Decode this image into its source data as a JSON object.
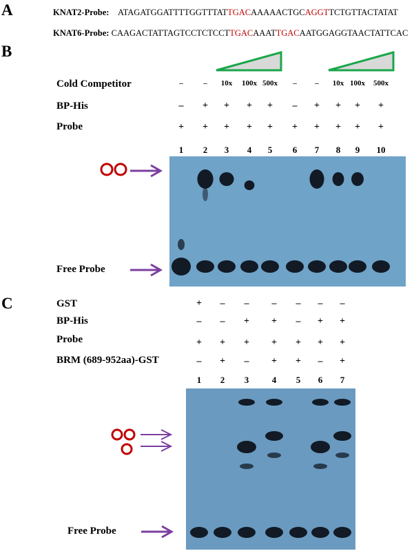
{
  "panelA": {
    "letter": "A",
    "seq1": {
      "label": "KNAT2-Probe:",
      "parts": [
        "ATAGATGGATTTTGGTTTAT",
        "TGAC",
        "AAAAACTGC",
        "AGGT",
        "TCTGTTACTATAT"
      ]
    },
    "seq2": {
      "label": "KNAT6-Probe:",
      "parts": [
        "CAAGACTATTAGTCCTCTCCT",
        "TGAC",
        "AAAT",
        "TGAC",
        "AATGGAGGTAACTATTCAC"
      ]
    }
  },
  "panelB": {
    "letter": "B",
    "rows": {
      "competitor": {
        "label": "Cold Competitor",
        "values": [
          "–",
          "–",
          "10x",
          "100x",
          "500x",
          "–",
          "–",
          "10x",
          "100x",
          "500x"
        ]
      },
      "bp": {
        "label": "BP-His",
        "values": [
          "–",
          "+",
          "+",
          "+",
          "+",
          "–",
          "+",
          "+",
          "+",
          "+"
        ]
      },
      "probe": {
        "label": "Probe",
        "values": [
          "+",
          "+",
          "+",
          "+",
          "+",
          "+",
          "+",
          "+",
          "+",
          "+"
        ]
      }
    },
    "lanes": [
      "1",
      "2",
      "3",
      "4",
      "5",
      "6",
      "7",
      "8",
      "9",
      "10"
    ],
    "free_probe": "Free Probe",
    "complex_symbol": "oo",
    "colors": {
      "triangle_stroke": "#1aa64a",
      "triangle_fill": "#d9d9d9",
      "arrow": "#7b3fa0",
      "complex": "#c00000",
      "gel": "#6fa3c8"
    }
  },
  "panelC": {
    "letter": "C",
    "rows": {
      "gst": {
        "label": "GST",
        "values": [
          "+",
          "–",
          "–",
          "–",
          "–",
          "–",
          "–"
        ]
      },
      "bp": {
        "label": "BP-His",
        "values": [
          "–",
          "–",
          "+",
          "+",
          "–",
          "+",
          "+"
        ]
      },
      "probe": {
        "label": "Probe",
        "values": [
          "+",
          "+",
          "+",
          "+",
          "+",
          "+",
          "+"
        ]
      },
      "brm": {
        "label": "BRM (689-952aa)-GST",
        "values": [
          "–",
          "+",
          "–",
          "+",
          "+",
          "–",
          "+"
        ]
      }
    },
    "lanes": [
      "1",
      "2",
      "3",
      "4",
      "5",
      "6",
      "7"
    ],
    "free_probe": "Free Probe",
    "complex_symbol_top": "oo",
    "complex_symbol_bottom": "o"
  }
}
